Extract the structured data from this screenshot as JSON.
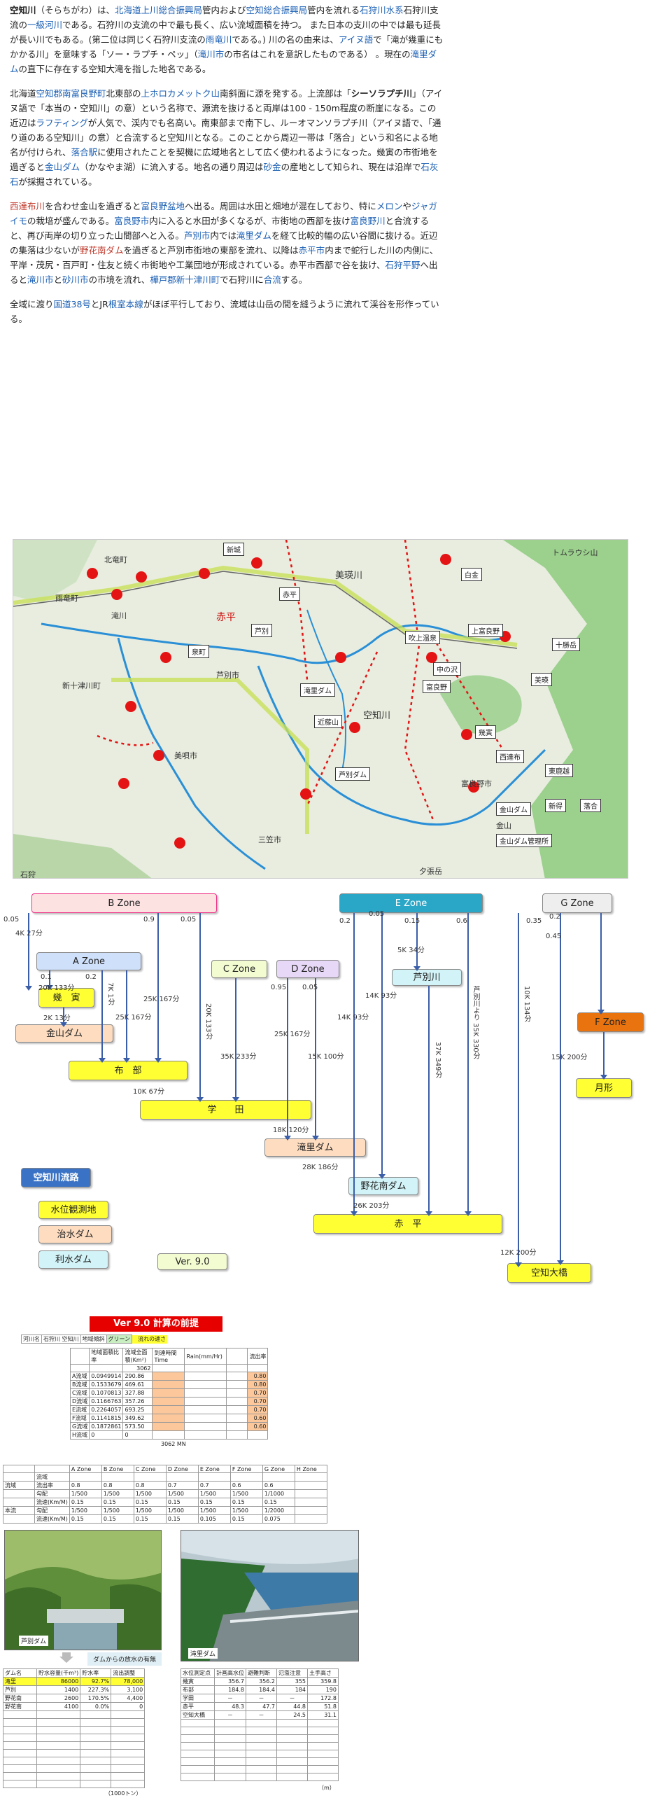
{
  "article": {
    "p1": {
      "term": "空知川",
      "reading": "（そらちがわ）は、",
      "l1": "北海道上川総合振興局",
      "t1": "管内および",
      "l2": "空知総合振興局",
      "t2": "管内を流れる",
      "l3": "石狩川水系",
      "t3": "石狩川支流の",
      "l4": "一級河川",
      "t4": "である。石狩川の支流の中で最も長く、広い流域面積を持つ。 また日本の支川の中では最も延長が長い川でもある。(第二位は同じく石狩川支流の",
      "l5": "雨竜川",
      "t5": "である。) 川の名の由来は、",
      "l6": "アイヌ語",
      "t6": "で「滝が幾重にもかかる川」を意味する「ソー・ラプチ・ペッ」（",
      "l7": "滝川市",
      "t7": "の市名はこれを意訳したものである） 。現在の",
      "l8": "滝里ダム",
      "t8": "の直下に存在する空知大滝を指した地名である。"
    },
    "p2": {
      "t0": "北海道",
      "l1": "空知郡南富良野町",
      "t1": "北東部の",
      "l2": "上ホロカメットク山",
      "t2": "南斜面に源を発する。上流部は「",
      "b1": "シーソラプチ川",
      "t3": "」（アイヌ語で「本当の・空知川」の意）という名称で、源流を抜けると両岸は100 - 150m程度の断崖になる。この近辺は",
      "l3": "ラフティング",
      "t4": "が人気で、渓内でも名高い。南東部まで南下し、ルーオマンソラプチ川（アイヌ語で、「通り道のある空知川」の意）と合流すると空知川となる。このことから周辺一帯は「落合」という和名による地名が付けられ、",
      "l4": "落合駅",
      "t5": "に使用されたことを契機に広域地名として広く使われるようになった。幾寅の市街地を過ぎると",
      "l5": "金山ダム",
      "t6": "（かなやま湖）に流入する。地名の通り周辺は",
      "l6": "砂金",
      "t7": "の産地として知られ、現在は沿岸で",
      "l7": "石灰石",
      "t8": "が採掘されている。"
    },
    "p3": {
      "r1": "西達布川",
      "t1": "を合わせ金山を過ぎると",
      "l1": "富良野盆地",
      "t2": "へ出る。周囲は水田と畑地が混在しており、特に",
      "l2": "メロン",
      "t3": "や",
      "l3": "ジャガイモ",
      "t4": "の栽培が盛んである。",
      "l4": "富良野市",
      "t5": "内に入ると水田が多くなるが、市街地の西部を抜け",
      "l5": "富良野川",
      "t6": "と合流すると、再び両岸の切り立った山間部へと入る。",
      "l6": "芦別市",
      "t7": "内では",
      "l7": "滝里ダム",
      "t8": "を経て比較的幅の広い谷間に抜ける。近辺の集落は少ないが",
      "r2": "野花南ダム",
      "t9": "を過ぎると芦別市街地の東部を流れ、以降は",
      "l8": "赤平市",
      "t10": "内まで蛇行した川の内側に、平岸・茂尻・百戸町・住友と続く市街地や工業団地が形成されている。赤平市西部で谷を抜け、",
      "l9": "石狩平野",
      "t11": "へ出ると",
      "l10": "滝川市",
      "t12": "と",
      "l11": "砂川市",
      "t13": "の市境を流れ、",
      "l12": "樺戸郡新十津川町",
      "t14": "で石狩川に",
      "l13": "合流",
      "t15": "する。"
    },
    "p4": {
      "t0": "全域に渡り",
      "l1": "国道38号",
      "t1": "とJR",
      "l2": "根室本線",
      "t2": "がほぼ平行しており、流域は山岳の間を縫うように流れて渓谷を形作っている。"
    }
  },
  "map": {
    "labels": [
      "新城",
      "芦別",
      "泉町",
      "赤平",
      "滝里ダム",
      "近藤山",
      "芦別ダム",
      "金山ダム",
      "金山ダム管理所",
      "富良野",
      "上富良野",
      "十勝岳",
      "吹上温泉",
      "美瑛",
      "白金",
      "西達布",
      "東鹿越",
      "中の沢",
      "幾寅",
      "新得",
      "落合"
    ],
    "texts": [
      "北竜町",
      "雨竜町",
      "新十津川町",
      "美唄市",
      "赤平",
      "滝川",
      "芦別市",
      "富良野市",
      "美瑛川",
      "空知川",
      "石狩",
      "トムラウシ山",
      "夕張岳",
      "三笠市",
      "金山"
    ]
  },
  "zones": {
    "b_zone": "B Zone",
    "a_zone": "A Zone",
    "c_zone": "C Zone",
    "d_zone": "D Zone",
    "e_zone": "E Zone",
    "g_zone": "G Zone",
    "f_zone": "F Zone",
    "ikutora": "幾　寅",
    "kanayama_dam": "金山ダム",
    "nunobe": "布　部",
    "gakuden": "学　　田",
    "takisato_dam": "滝里ダム",
    "ashibetsu": "芦別川",
    "nokanan_dam": "野花南ダム",
    "akabira": "赤　平",
    "gekkei": "月形",
    "sorachi_ohashi": "空知大橋",
    "legend_title": "空知川流路",
    "legend_water": "水位観測地",
    "legend_flood": "治水ダム",
    "legend_use": "利水ダム",
    "version": "Ver. 9.0",
    "nums": [
      "0.05",
      "4K 27分",
      "0.9",
      "0.05",
      "0.1",
      "20K 133分",
      "0.2",
      "2K 13分",
      "7K 1分",
      "25K 167分",
      "25K 167分",
      "20K 133分",
      "0.95",
      "0.05",
      "25K 167分",
      "15K 100分",
      "35K 233分",
      "10K 67分",
      "18K 120分",
      "28K 186分",
      "26K 203分",
      "0.2",
      "0.05",
      "0.15",
      "0.6",
      "5K 34分",
      "14K 93分",
      "14K 93分",
      "37K 349分",
      "芦別川より 35K 330分",
      "0.35",
      "0.2",
      "0.45",
      "10K 134分",
      "15K 200分",
      "12K 200分"
    ]
  },
  "calc": {
    "title": "Ver 9.0 計算の前提",
    "row1": [
      "河川名",
      "石狩川 空知川",
      "地域傾斜",
      "グリーン",
      "流れの速さ"
    ],
    "headers": [
      "",
      "地域面積比率",
      "流域全面積(Km²)",
      "到達時間 Time",
      "Rain(mm/Hr)",
      "",
      "流出率"
    ],
    "total": "3062",
    "rows": [
      [
        "A流域",
        "0.0949914",
        "290.86",
        "0.80"
      ],
      [
        "B流域",
        "0.1533679",
        "469.61",
        "0.80"
      ],
      [
        "C流域",
        "0.1070813",
        "327.88",
        "0.70"
      ],
      [
        "D流域",
        "0.1166763",
        "357.26",
        "0.70"
      ],
      [
        "E流域",
        "0.2264057",
        "693.25",
        "0.70"
      ],
      [
        "F流域",
        "0.1141815",
        "349.62",
        "0.60"
      ],
      [
        "G流域",
        "0.1872861",
        "573.50",
        "0.60"
      ],
      [
        "H流域",
        "0",
        "0",
        ""
      ]
    ],
    "footer": "3062 MN"
  },
  "zone_table": {
    "headers": [
      "",
      "",
      "A Zone",
      "B Zone",
      "C Zone",
      "D Zone",
      "E Zone",
      "F Zone",
      "G Zone",
      "H Zone"
    ],
    "rows": [
      [
        "",
        "流域",
        "",
        "",
        "",
        "",
        "",
        "",
        "",
        ""
      ],
      [
        "流域",
        "流出率",
        "0.8",
        "0.8",
        "0.8",
        "0.7",
        "0.7",
        "0.6",
        "0.6",
        ""
      ],
      [
        "",
        "勾配",
        "1/500",
        "1/500",
        "1/500",
        "1/500",
        "1/500",
        "1/500",
        "1/1000",
        ""
      ],
      [
        "",
        "流速(Km/M)",
        "0.15",
        "0.15",
        "0.15",
        "0.15",
        "0.15",
        "0.15",
        "0.15",
        ""
      ],
      [
        "本流",
        "勾配",
        "1/500",
        "1/500",
        "1/500",
        "1/500",
        "1/500",
        "1/500",
        "1/2000",
        ""
      ],
      [
        "",
        "流速(Km/M)",
        "0.15",
        "0.15",
        "0.15",
        "0.15",
        "0.105",
        "0.15",
        "0.075",
        ""
      ]
    ]
  },
  "photos": {
    "left_caption": "芦別ダム",
    "right_caption": "滝里ダム",
    "note": "ダムからの放水の有無"
  },
  "dam_table": {
    "headers": [
      "ダム名",
      "貯水容量(千m³)",
      "貯水率",
      "流出調整"
    ],
    "rows": [
      [
        "滝里",
        "86000",
        "92.7%",
        "78,000"
      ],
      [
        "芦別",
        "1400",
        "227.3%",
        "3,100"
      ],
      [
        "野花南",
        "2600",
        "170.5%",
        "4,400"
      ],
      [
        "野花南",
        "4100",
        "0.0%",
        "0"
      ]
    ],
    "unit": "（1000トン）"
  },
  "level_table": {
    "headers": [
      "水位測定点",
      "計画高水位",
      "避難判断",
      "氾濫注意",
      "土手高さ"
    ],
    "rows": [
      [
        "幾寅",
        "356.7",
        "356.2",
        "355",
        "359.8"
      ],
      [
        "布部",
        "184.8",
        "184.4",
        "184",
        "190"
      ],
      [
        "学田",
        "－",
        "－",
        "－",
        "172.8"
      ],
      [
        "赤平",
        "48.3",
        "47.7",
        "44.8",
        "51.8"
      ],
      [
        "空知大橋",
        "－",
        "－",
        "24.5",
        "31.1"
      ]
    ],
    "unit": "（m）"
  }
}
